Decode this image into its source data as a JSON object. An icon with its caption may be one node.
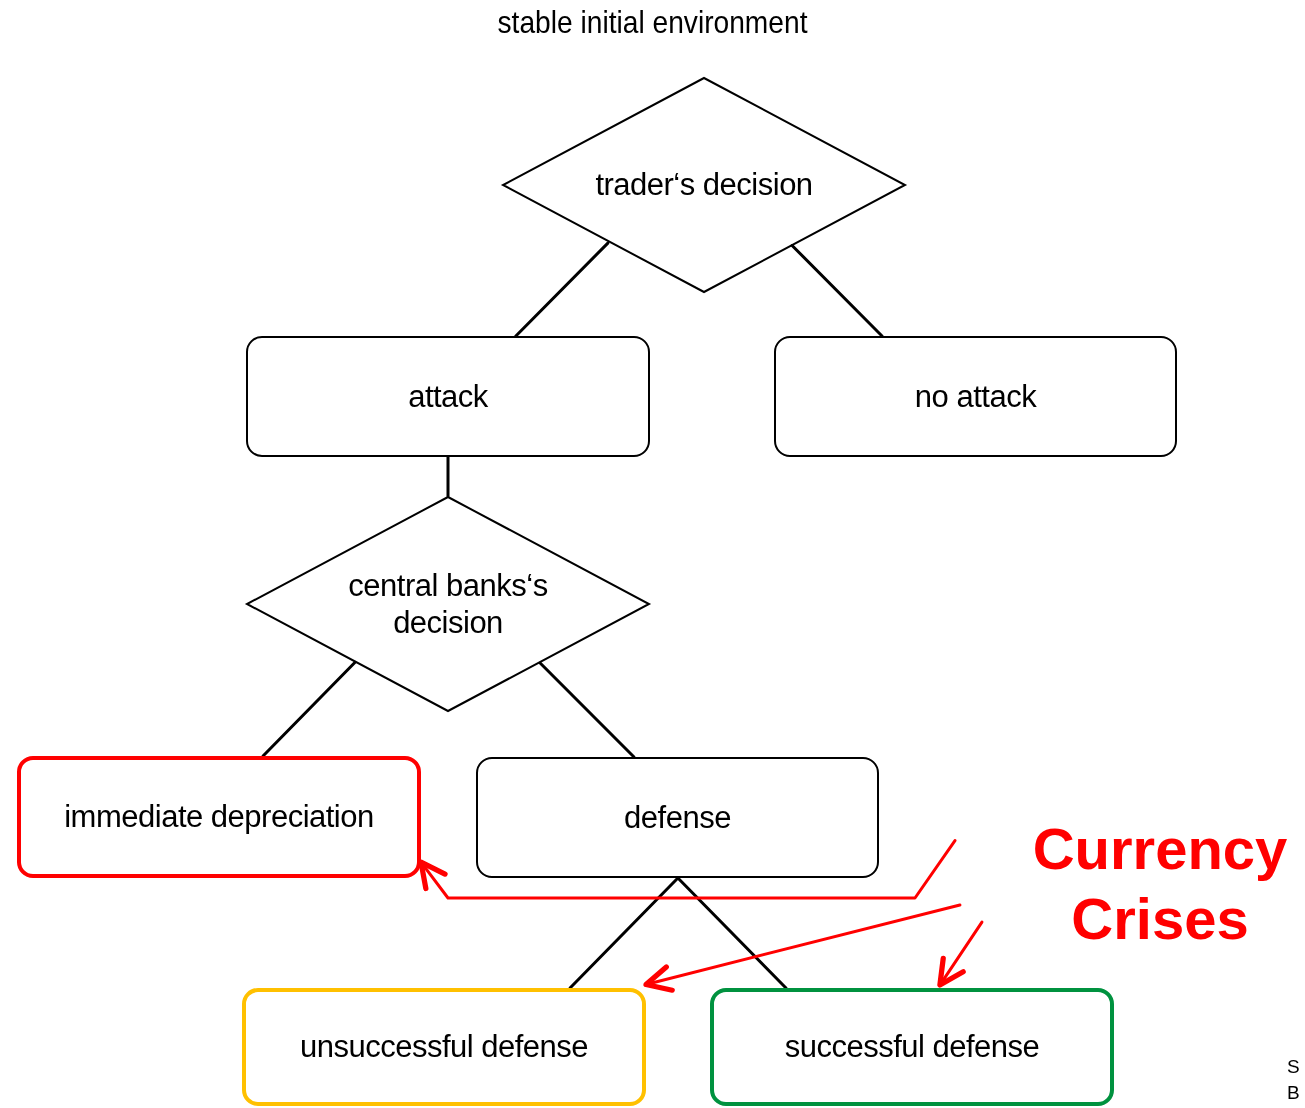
{
  "diagram": {
    "title": "stable initial environment",
    "nodes": [
      {
        "text": [
          "trader‘s decision"
        ]
      },
      {
        "text": [
          "attack"
        ]
      },
      {
        "text": [
          "no attack"
        ]
      },
      {
        "text": [
          "central banks‘s decision"
        ]
      },
      {
        "text": [
          "immediate depreciation"
        ]
      },
      {
        "text": [
          "defense"
        ]
      },
      {
        "text": [
          "unsuccessful defense"
        ]
      },
      {
        "text": [
          "successful defense"
        ]
      },
      {
        "text": [
          "Currency Crises"
        ]
      }
    ],
    "edges": [
      {
        "from": 0,
        "to": 1,
        "arrow": "none"
      },
      {
        "from": 0,
        "to": 2,
        "arrow": "none"
      },
      {
        "from": 1,
        "to": 3,
        "arrow": "none"
      },
      {
        "from": 3,
        "to": 4,
        "arrow": "none"
      },
      {
        "from": 3,
        "to": 5,
        "arrow": "none"
      },
      {
        "from": 5,
        "to": 6,
        "arrow": "none"
      },
      {
        "from": 5,
        "to": 7,
        "arrow": "none"
      },
      {
        "from": 8,
        "to": 4,
        "arrow": "to",
        "color": "#ff0000"
      },
      {
        "from": 8,
        "to": 6,
        "arrow": "to",
        "color": "#ff0000"
      },
      {
        "from": 8,
        "to": 7,
        "arrow": "to",
        "color": "#ff0000"
      }
    ],
    "labels": [
      "S",
      "B"
    ]
  }
}
